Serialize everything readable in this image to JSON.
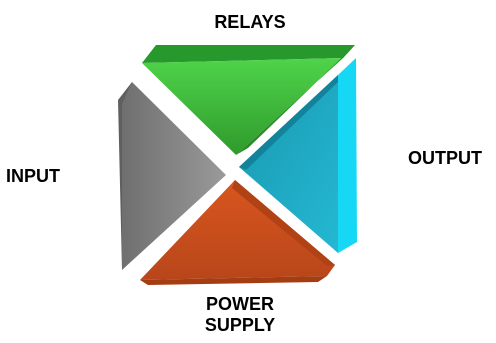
{
  "labels": {
    "relays": "RELAYS",
    "input": "INPUT",
    "output": "OUTPUT",
    "power_line1": "POWER",
    "power_line2": "SUPPLY"
  },
  "segments": [
    {
      "id": "relays",
      "colors": {
        "top": "#279c2f",
        "face": "#3ec43b",
        "shadow": "#2c8a2b"
      }
    },
    {
      "id": "input",
      "colors": {
        "face": "#838383",
        "shadow": "#5c5c5c"
      }
    },
    {
      "id": "output",
      "colors": {
        "face": "#1fa7bf",
        "side": "#16d9f5",
        "shadow": "#13879b"
      }
    },
    {
      "id": "power-supply",
      "colors": {
        "face": "#cc4c1c",
        "side": "#a73f14",
        "shadow": "#b84518"
      }
    }
  ]
}
